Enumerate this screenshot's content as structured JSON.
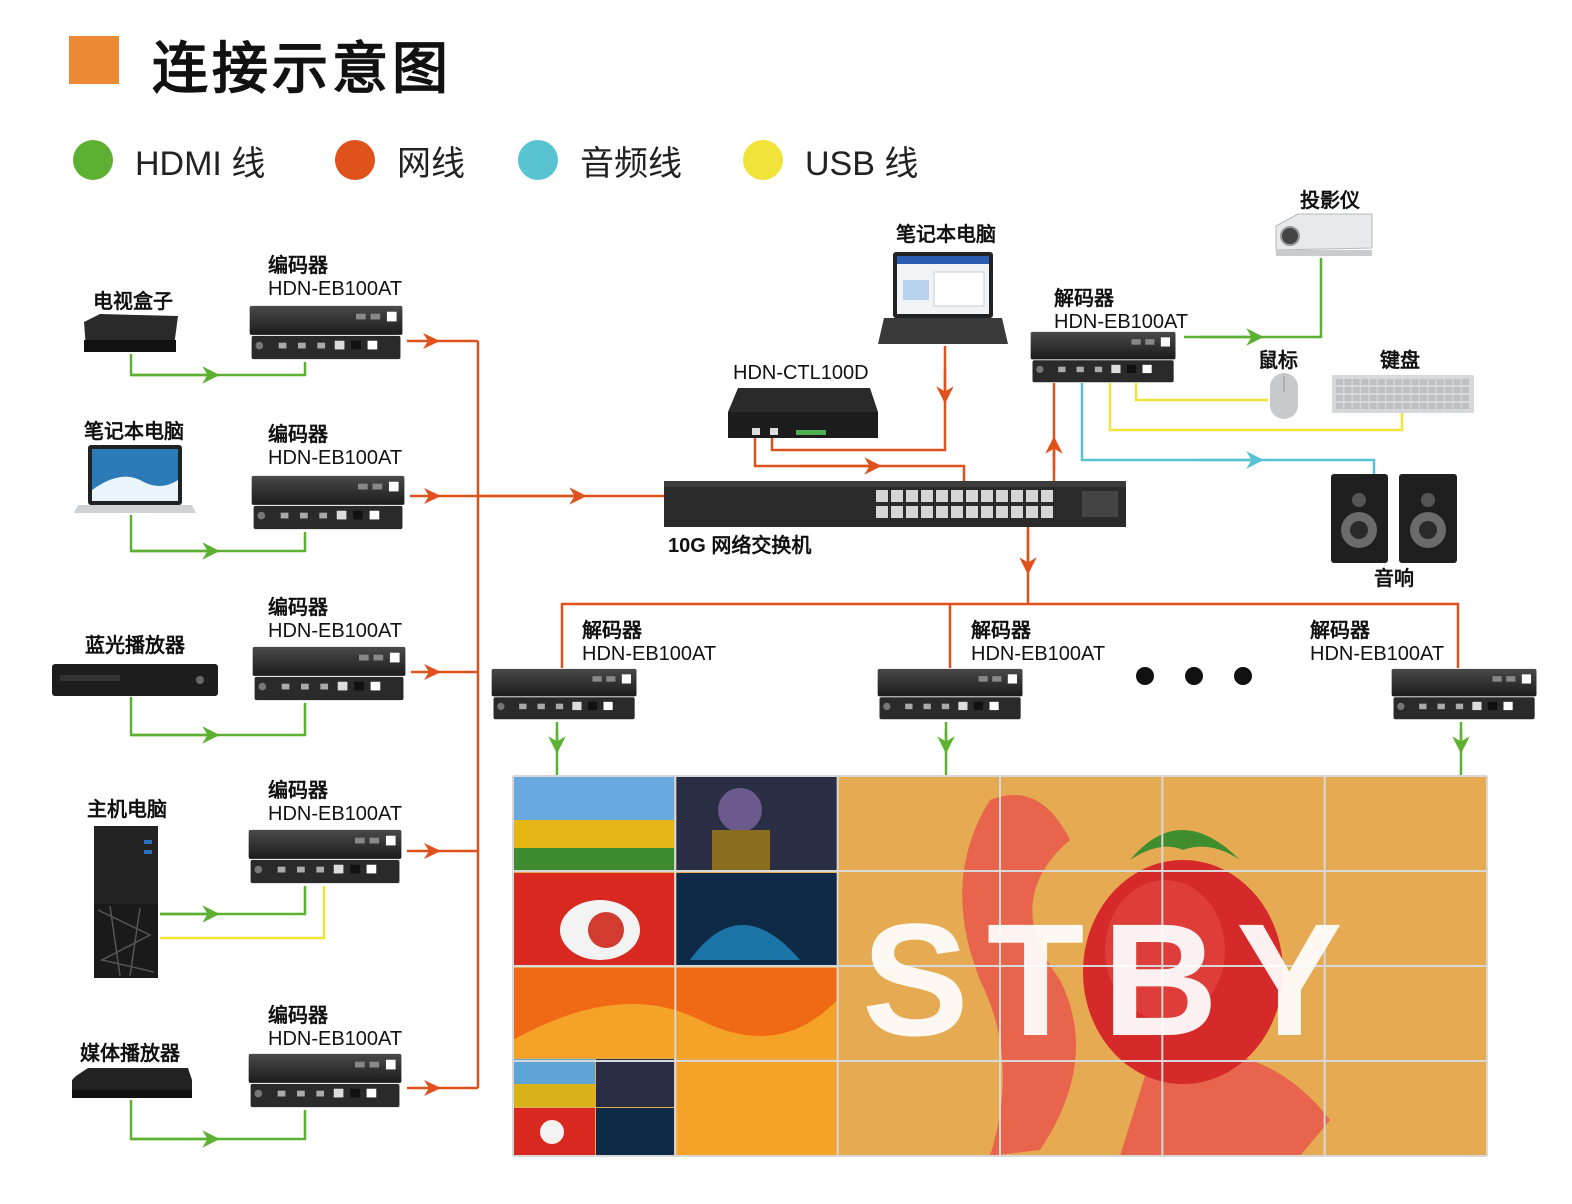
{
  "title": "连接示意图",
  "colors": {
    "title_square": "#ec8a35",
    "hdmi": "#5db132",
    "network": "#e0521c",
    "audio": "#58c3d1",
    "usb": "#f1e33a"
  },
  "legend": [
    {
      "label": "HDMI 线",
      "color": "#5db132"
    },
    {
      "label": "网线",
      "color": "#e0521c"
    },
    {
      "label": "音频线",
      "color": "#58c3d1"
    },
    {
      "label": "USB 线",
      "color": "#f1e33a"
    }
  ],
  "sources": [
    {
      "name": "电视盒子",
      "icon": "tv-box-icon"
    },
    {
      "name": "笔记本电脑",
      "icon": "laptop-icon"
    },
    {
      "name": "蓝光播放器",
      "icon": "bluray-player-icon"
    },
    {
      "name": "主机电脑",
      "icon": "desktop-tower-icon"
    },
    {
      "name": "媒体播放器",
      "icon": "media-player-icon"
    }
  ],
  "encoder": {
    "title": "编码器",
    "model": "HDN-EB100AT"
  },
  "decoder": {
    "title": "解码器",
    "model": "HDN-EB100AT"
  },
  "controller": {
    "model": "HDN-CTL100D"
  },
  "control_laptop": {
    "name": "笔记本电脑"
  },
  "switch": {
    "name": "10G 网络交换机"
  },
  "peripherals": {
    "projector": "投影仪",
    "mouse": "鼠标",
    "keyboard": "键盘",
    "speakers": "音响"
  },
  "video_wall": {
    "rows": 4,
    "cols": 6,
    "text": "STBY"
  }
}
